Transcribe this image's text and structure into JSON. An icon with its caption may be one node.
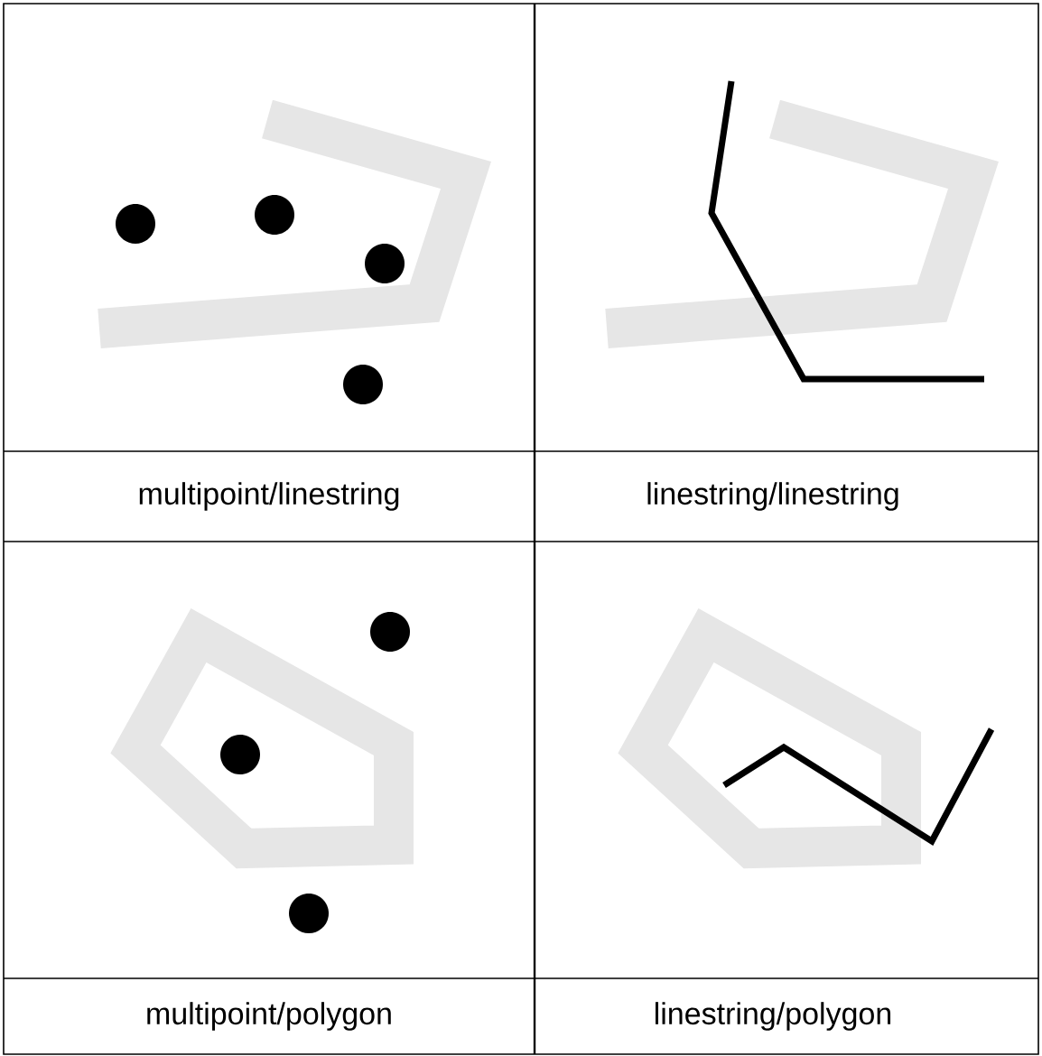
{
  "diagram": {
    "labels": [
      "multipoint/linestring",
      "linestring/linestring",
      "multipoint/polygon",
      "linestring/polygon"
    ]
  }
}
